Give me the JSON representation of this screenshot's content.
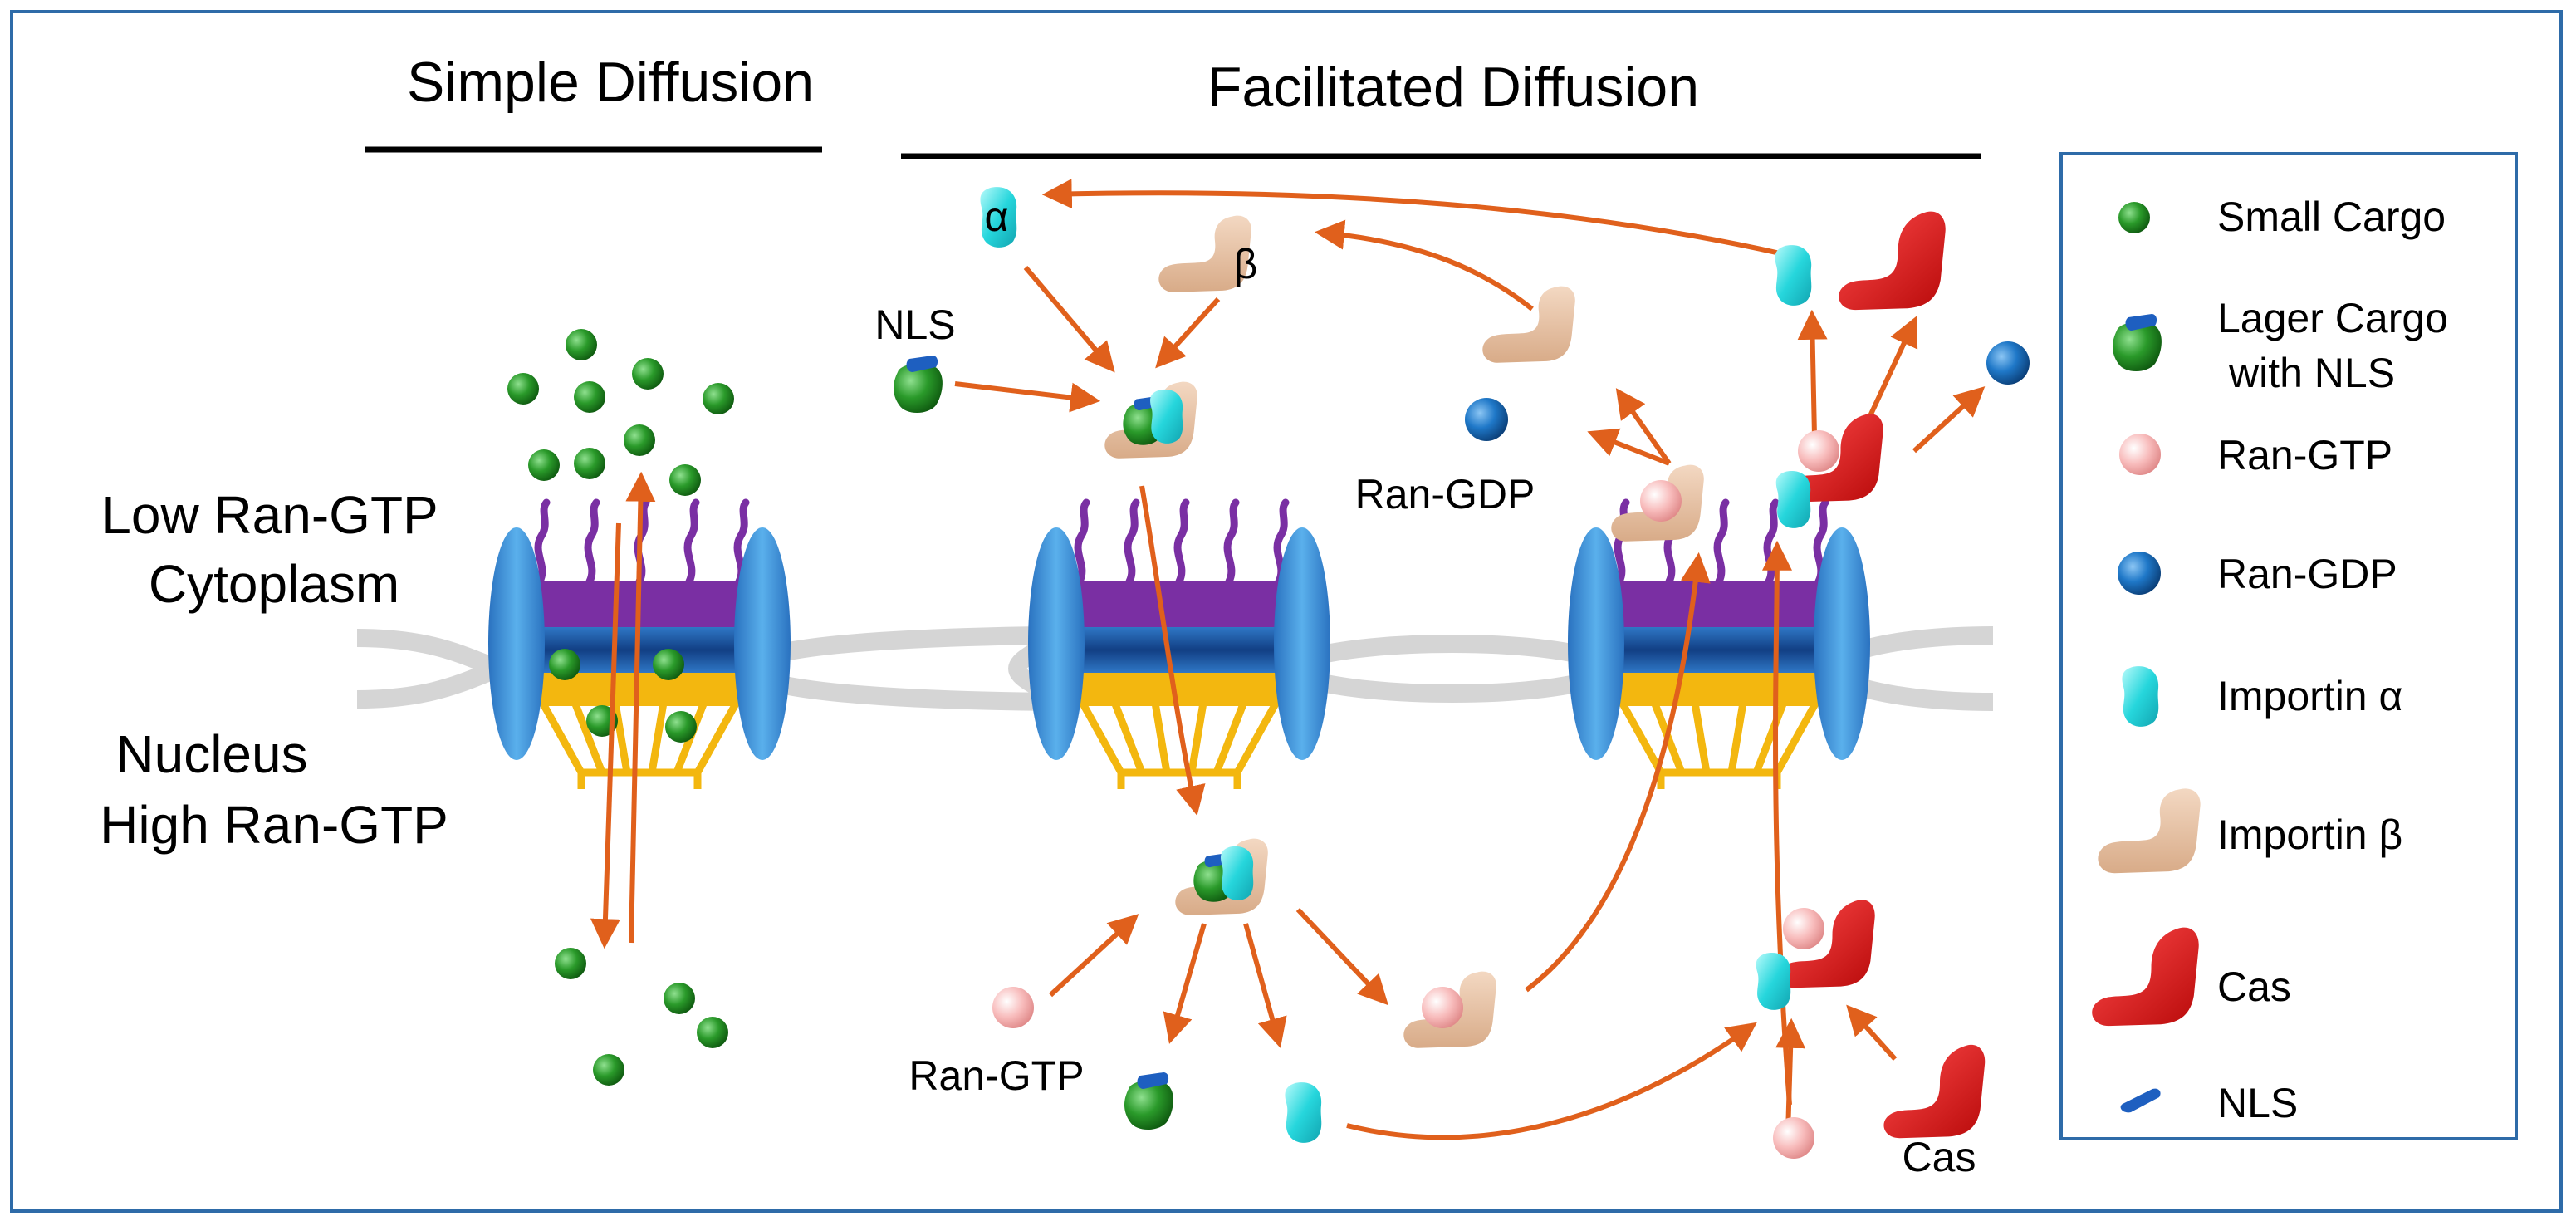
{
  "headers": {
    "simple": "Simple Diffusion",
    "facilitated": "Facilitated Diffusion"
  },
  "compartments": {
    "cyto_line1": "Low Ran-GTP",
    "cyto_line2": "Cytoplasm",
    "nuc_line1": "Nucleus",
    "nuc_line2": "High Ran-GTP"
  },
  "labels": {
    "alpha": "α",
    "beta": "β",
    "nls": "NLS",
    "ran_gdp": "Ran-GDP",
    "ran_gtp": "Ran-GTP",
    "cas": "Cas"
  },
  "legend": {
    "small_cargo": "Small Cargo",
    "larger_cargo_1": "Lager Cargo",
    "larger_cargo_2": "with NLS",
    "ran_gtp": "Ran-GTP",
    "ran_gdp": "Ran-GDP",
    "importin_alpha": "Importin α",
    "importin_beta": "Importin β",
    "cas": "Cas",
    "nls": "NLS"
  },
  "colors": {
    "frame": "#2e6ba8",
    "arrow": "#e0601c",
    "small_cargo": "#2a9a2a",
    "ran_gtp": "#f6b6b6",
    "ran_gdp": "#1f78c8",
    "importin_alpha": "#26d6dc",
    "importin_beta": "#e8c4a6",
    "cas": "#e41414",
    "nls": "#1e5fc0",
    "pore_purple": "#7a2fa3",
    "pore_blue": "#1f5fae",
    "pore_yellow": "#f3b70f",
    "membrane": "#d5d5d5"
  }
}
